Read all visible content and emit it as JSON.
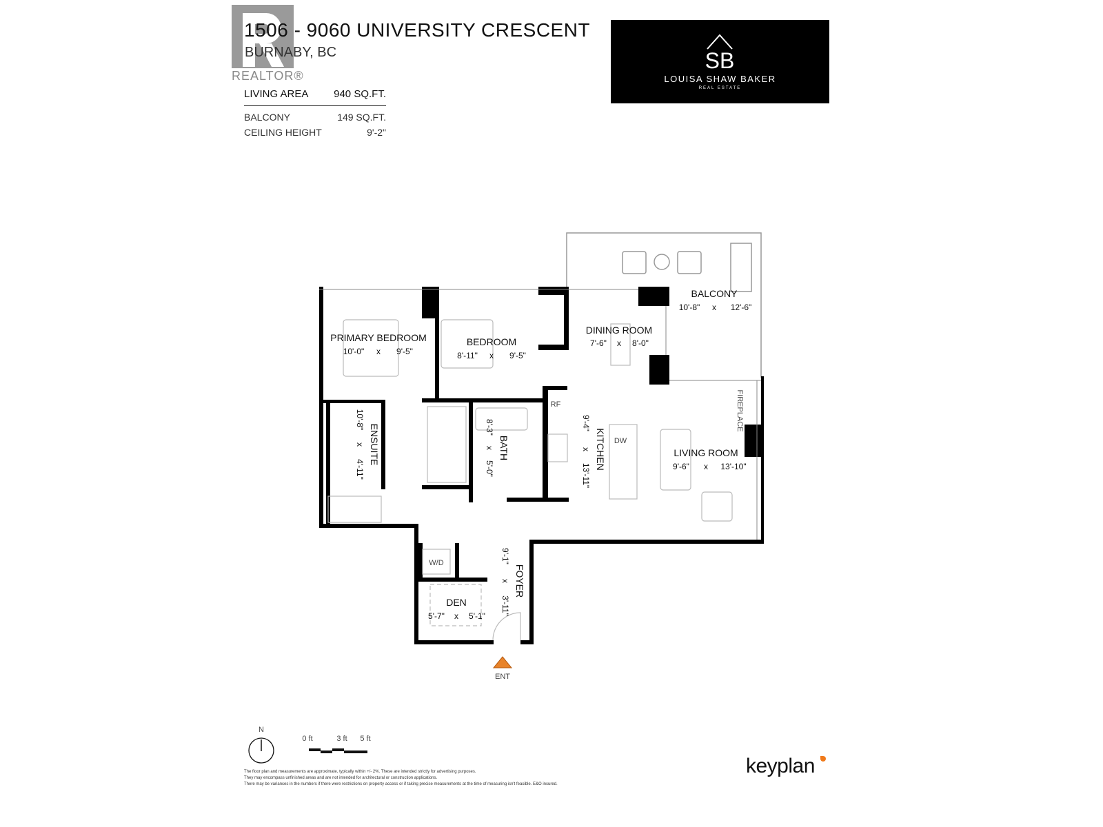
{
  "header": {
    "title": "1506 - 9060 UNIVERSITY CRESCENT",
    "city": "BURNABY, BC",
    "realtor_logo_text": "REALTOR®",
    "specs": [
      {
        "label": "LIVING AREA",
        "value": "940 SQ.FT."
      },
      {
        "label": "BALCONY",
        "value": "149 SQ.FT."
      },
      {
        "label": "CEILING HEIGHT",
        "value": "9'-2\""
      }
    ]
  },
  "brand": {
    "monogram": "SB",
    "name": "LOUISA SHAW BAKER",
    "subtitle": "REAL ESTATE",
    "background": "#000000"
  },
  "rooms": {
    "primary_bedroom": {
      "name": "PRIMARY BEDROOM",
      "w": "10'-0\"",
      "x": "x",
      "h": "9'-5\""
    },
    "bedroom": {
      "name": "BEDROOM",
      "w": "8'-11\"",
      "x": "x",
      "h": "9'-5\""
    },
    "dining_room": {
      "name": "DINING ROOM",
      "w": "7'-6\"",
      "x": "x",
      "h": "8'-0\""
    },
    "balcony": {
      "name": "BALCONY",
      "w": "10'-8\"",
      "x": "x",
      "h": "12'-6\""
    },
    "ensuite": {
      "name": "ENSUITE",
      "w": "10'-8\"",
      "x": "x",
      "h": "4'-11\""
    },
    "bath": {
      "name": "BATH",
      "w": "8'-3\"",
      "x": "x",
      "h": "5'-0\""
    },
    "kitchen": {
      "name": "KITCHEN",
      "w": "9'-4\"",
      "x": "x",
      "h": "13'-11\""
    },
    "living_room": {
      "name": "LIVING ROOM",
      "w": "9'-6\"",
      "x": "x",
      "h": "13'-10\""
    },
    "foyer": {
      "name": "FOYER",
      "w": "9'-1\"",
      "x": "x",
      "h": "3'-11\""
    },
    "den": {
      "name": "DEN",
      "w": "5'-7\"",
      "x": "x",
      "h": "5'-1\""
    }
  },
  "fixtures": {
    "rf": "RF",
    "dw": "DW",
    "wd": "W/D",
    "fireplace": "FIREPLACE"
  },
  "entrance": {
    "label": "ENT",
    "color": "#e8832a"
  },
  "compass": {
    "label": "N"
  },
  "scale": {
    "ticks": [
      "0 ft",
      "3 ft",
      "5 ft"
    ]
  },
  "disclaimer": [
    "The floor plan and measurements are approximate, typically within +/- 2%. These are intended strictly for advertising purposes.",
    "They may encompass unfinished areas and are not intended for architectural or construction applications.",
    "There may be variances in the numbers if there were restrictions on property access or if taking precise measurements at the time of measuring isn't feasible. E&O insured."
  ],
  "footer": {
    "brand": "keyplan",
    "accent": "#f07a1a"
  }
}
